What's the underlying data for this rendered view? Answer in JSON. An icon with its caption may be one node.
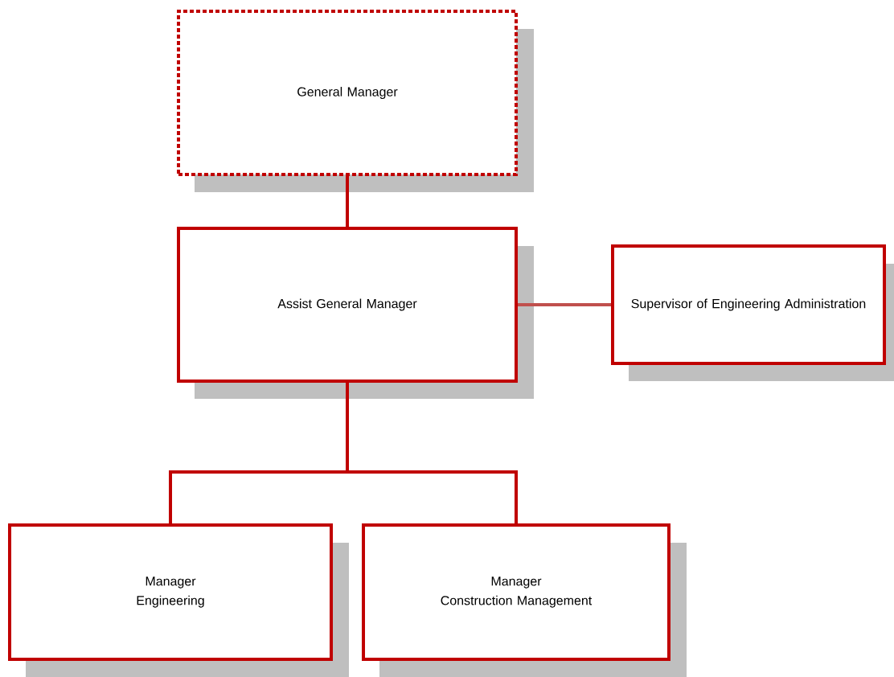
{
  "diagram": {
    "nodes": [
      {
        "text": [
          "General Manager"
        ]
      },
      {
        "text": [
          "Assist General Manager"
        ]
      },
      {
        "text": [
          "Supervisor of Engineering Administration"
        ]
      },
      {
        "text": [
          "Manager",
          "Engineering"
        ]
      },
      {
        "text": [
          "Manager",
          "Construction Management"
        ]
      }
    ],
    "edges": [
      {
        "from": 0,
        "to": 1,
        "arrow": "none"
      },
      {
        "from": 1,
        "to": 2,
        "arrow": "none",
        "color": "#c0504d"
      },
      {
        "from": 1,
        "to": 3,
        "arrow": "none"
      },
      {
        "from": 1,
        "to": 4,
        "arrow": "none"
      }
    ]
  }
}
